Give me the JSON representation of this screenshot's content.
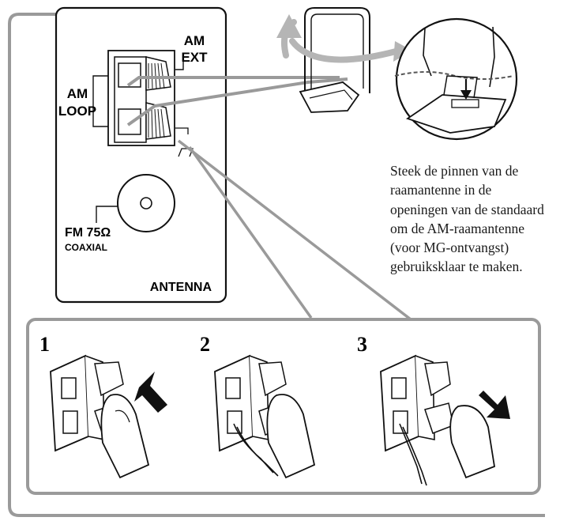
{
  "panel": {
    "am_label": "AM",
    "ext_label": "EXT",
    "loop_label_1": "AM",
    "loop_label_2": "LOOP",
    "fm_label": "FM 75Ω",
    "coaxial_label": "COAXIAL",
    "antenna_label": "ANTENNA"
  },
  "caption": {
    "lines": [
      "Steek de pinnen van de",
      "raamantenne in de",
      "openingen van de standaard",
      "om de AM-raamantenne",
      "(voor MG-ontvangst)",
      "gebruiksklaar te maken."
    ]
  },
  "steps": [
    {
      "number": "1"
    },
    {
      "number": "2"
    },
    {
      "number": "3"
    }
  ],
  "colors": {
    "wire_gray": "#9a9a9a",
    "line_black": "#111111",
    "arrow_gray": "#b5b5b5"
  }
}
